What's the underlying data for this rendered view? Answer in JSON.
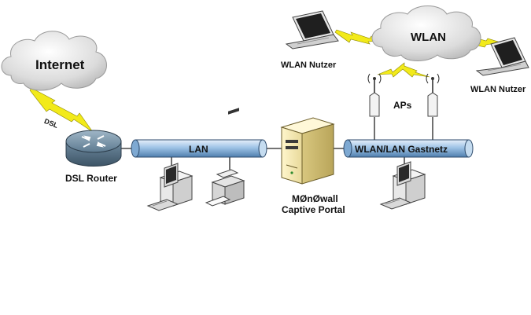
{
  "diagram": {
    "clouds": {
      "internet_label": "Internet",
      "wlan_label": "WLAN"
    },
    "links": {
      "dsl_label": "DSL"
    },
    "nodes": {
      "router_label": "DSL Router",
      "wlan_user_left_label": "WLAN Nutzer",
      "wlan_user_right_label": "WLAN Nutzer",
      "aps_label": "APs",
      "server_label_line1": "MØnØwall",
      "server_label_line2": "Captive Portal"
    },
    "buses": {
      "lan_label": "LAN",
      "guest_label": "WLAN/LAN Gastnetz"
    }
  }
}
